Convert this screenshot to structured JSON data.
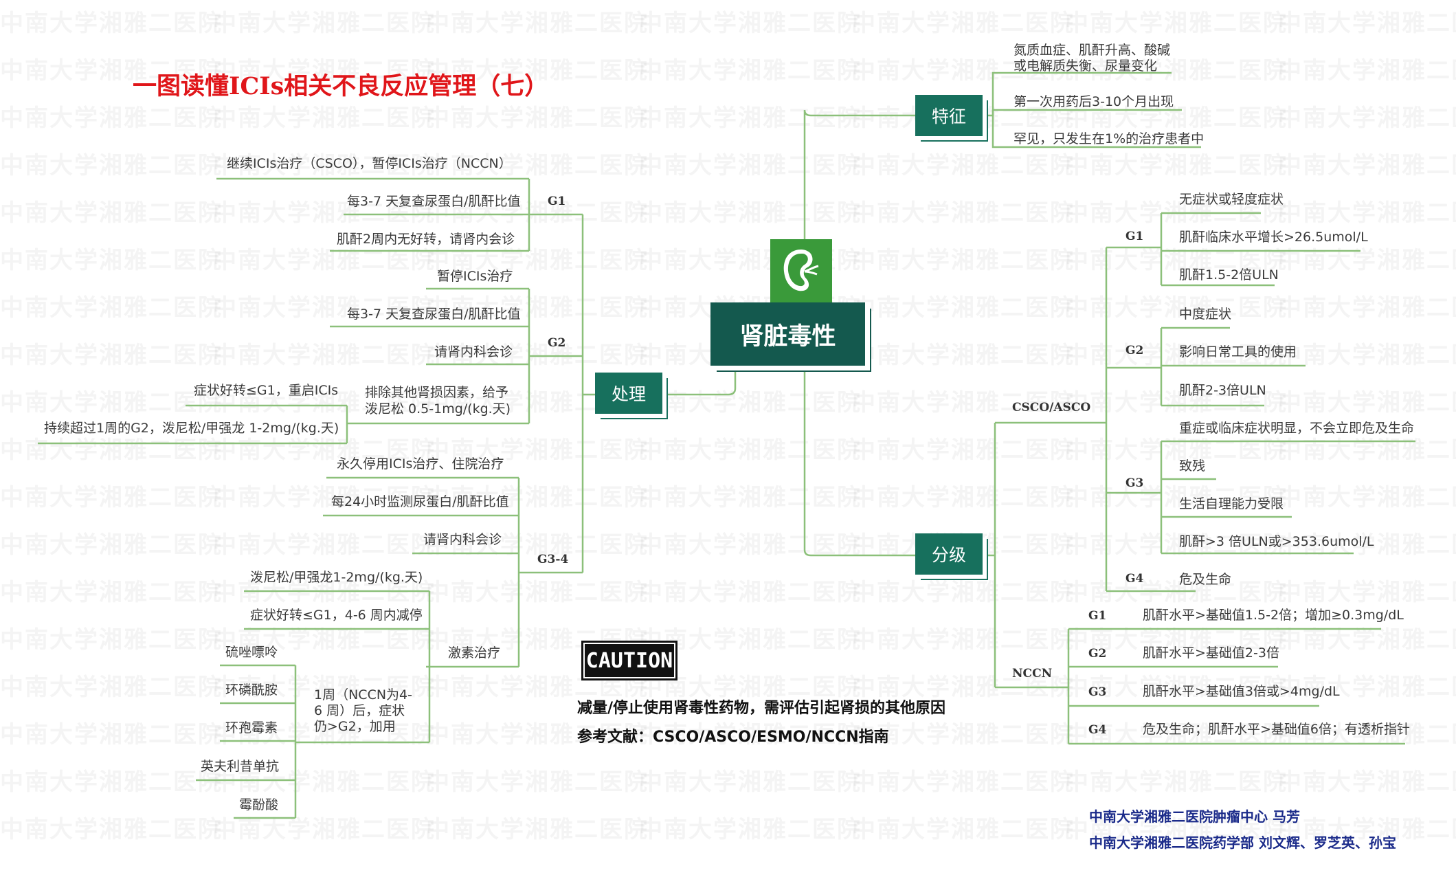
{
  "watermark": "中南大学湘雅二医院",
  "title": "一图读懂ICIs相关不良反应管理（七）",
  "root": "肾脏毒性",
  "icons": {
    "kidney": "kidney-icon"
  },
  "colors": {
    "branch_line": "#8cc07a",
    "node_fill": "#17705d",
    "root_fill": "#14594e",
    "title_red": "#e0161a",
    "author_blue": "#1b2b8a"
  },
  "features": {
    "label": "特征",
    "items": [
      {
        "line1": "氮质血症、肌酐升高、酸碱",
        "line2": "或电解质失衡、尿量变化"
      },
      {
        "line1": "第一次用药后3-10个月出现"
      },
      {
        "line1": "罕见，只发生在1%的治疗患者中"
      }
    ]
  },
  "grading": {
    "label": "分级",
    "csco": {
      "label": "CSCO/ASCO",
      "grades": [
        {
          "grade": "G1",
          "items": [
            "无症状或轻度症状",
            "肌酐临床水平增长>26.5umol/L",
            "肌酐1.5-2倍ULN"
          ]
        },
        {
          "grade": "G2",
          "items": [
            "中度症状",
            "影响日常工具的使用",
            "肌酐2-3倍ULN"
          ]
        },
        {
          "grade": "G3",
          "items": [
            "重症或临床症状明显，不会立即危及生命",
            "致残",
            "生活自理能力受限",
            "肌酐>3 倍ULN或>353.6umol/L"
          ]
        },
        {
          "grade": "G4",
          "items": [
            "危及生命"
          ]
        }
      ]
    },
    "nccn": {
      "label": "NCCN",
      "grades": [
        {
          "grade": "G1",
          "text": "肌酐水平>基础值1.5-2倍；增加≥0.3mg/dL"
        },
        {
          "grade": "G2",
          "text": "肌酐水平>基础值2-3倍"
        },
        {
          "grade": "G3",
          "text": "肌酐水平>基础值3倍或>4mg/dL"
        },
        {
          "grade": "G4",
          "text": "危及生命；肌酐水平>基础值6倍；有透析指针"
        }
      ]
    }
  },
  "management": {
    "label": "处理",
    "g1": {
      "grade": "G1",
      "items": [
        "继续ICIs治疗（CSCO），暂停ICIs治疗（NCCN）",
        "每3-7 天复查尿蛋白/肌酐比值",
        "肌酐2周内无好转，请肾内会诊"
      ]
    },
    "g2": {
      "grade": "G2",
      "items": [
        "暂停ICIs治疗",
        "每3-7 天复查尿蛋白/肌酐比值",
        "请肾内科会诊"
      ],
      "steroid": {
        "line1": "排除其他肾损因素，给予",
        "line2": "泼尼松 0.5-1mg/(kg.天)"
      },
      "sub": [
        "症状好转≤G1，重启ICIs",
        "持续超过1周的G2，泼尼松/甲强龙 1-2mg/(kg.天)"
      ]
    },
    "g34": {
      "grade": "G3-4",
      "items": [
        "永久停用ICIs治疗、住院治疗",
        "每24小时监测尿蛋白/肌酐比值",
        "请肾内科会诊"
      ],
      "hormone": {
        "label": "激素治疗",
        "items": [
          "泼尼松/甲强龙1-2mg/(kg.天)",
          "症状好转≤G1，4-6 周内减停"
        ],
        "addon": {
          "line1": "1周（NCCN为4-",
          "line2": "6 周）后，症状",
          "line3": "仍>G2，加用"
        },
        "drugs": [
          "硫唑嘌呤",
          "环磷酰胺",
          "环孢霉素",
          "英夫利昔单抗",
          "霉酚酸"
        ]
      }
    }
  },
  "caution": "CAUTION",
  "notes": [
    "减量/停止使用肾毒性药物，需评估引起肾损的其他原因",
    "参考文献：CSCO/ASCO/ESMO/NCCN指南"
  ],
  "authors": [
    "中南大学湘雅二医院肿瘤中心 马芳",
    "中南大学湘雅二医院药学部 刘文辉、罗芝英、孙宝"
  ]
}
